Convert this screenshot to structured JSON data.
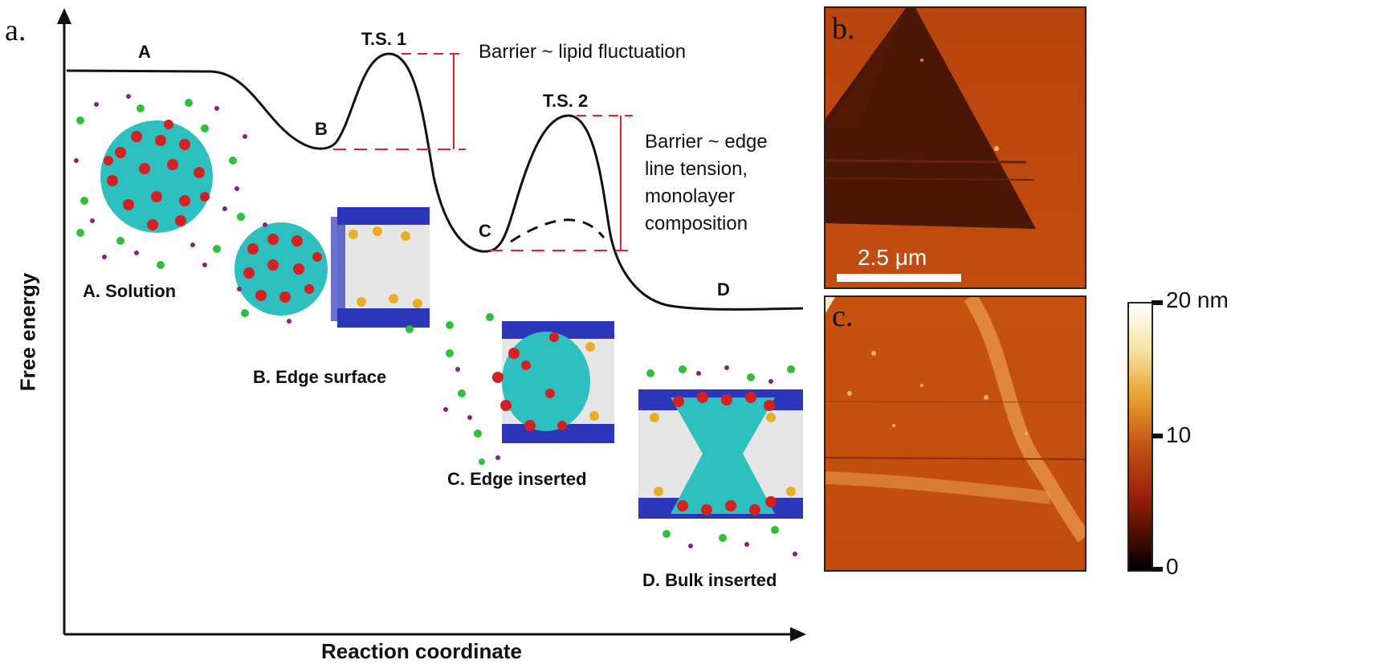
{
  "panel_a": {
    "letter": "a.",
    "y_axis_label": "Free energy",
    "x_axis_label": "Reaction coordinate",
    "states": {
      "A": "A",
      "B": "B",
      "C": "C",
      "D": "D",
      "ts1": "T.S. 1",
      "ts2": "T.S. 2"
    },
    "barrier1": "Barrier ~ lipid fluctuation",
    "barrier2_lines": [
      "Barrier ~ edge",
      "line tension,",
      "monolayer",
      "composition"
    ],
    "captions": {
      "A": "A. Solution",
      "B": "B. Edge surface",
      "C": "C. Edge inserted",
      "D": "D. Bulk inserted"
    },
    "colors": {
      "curve": "#111111",
      "barrier": "#e0202a",
      "lipid_tail": "#2ebfbf",
      "head_red": "#d42020",
      "head_blue": "#2b36b8",
      "head_yellow": "#e8b020",
      "ion_green": "#2fbf3a",
      "ion_purple": "#8a1f8a",
      "membrane": "#e6e6e6"
    }
  },
  "panel_b": {
    "letter": "b.",
    "scale_bar": "2.5 μm"
  },
  "panel_c": {
    "letter": "c."
  },
  "colorbar": {
    "max": "20 nm",
    "mid": "10",
    "min": "0"
  }
}
